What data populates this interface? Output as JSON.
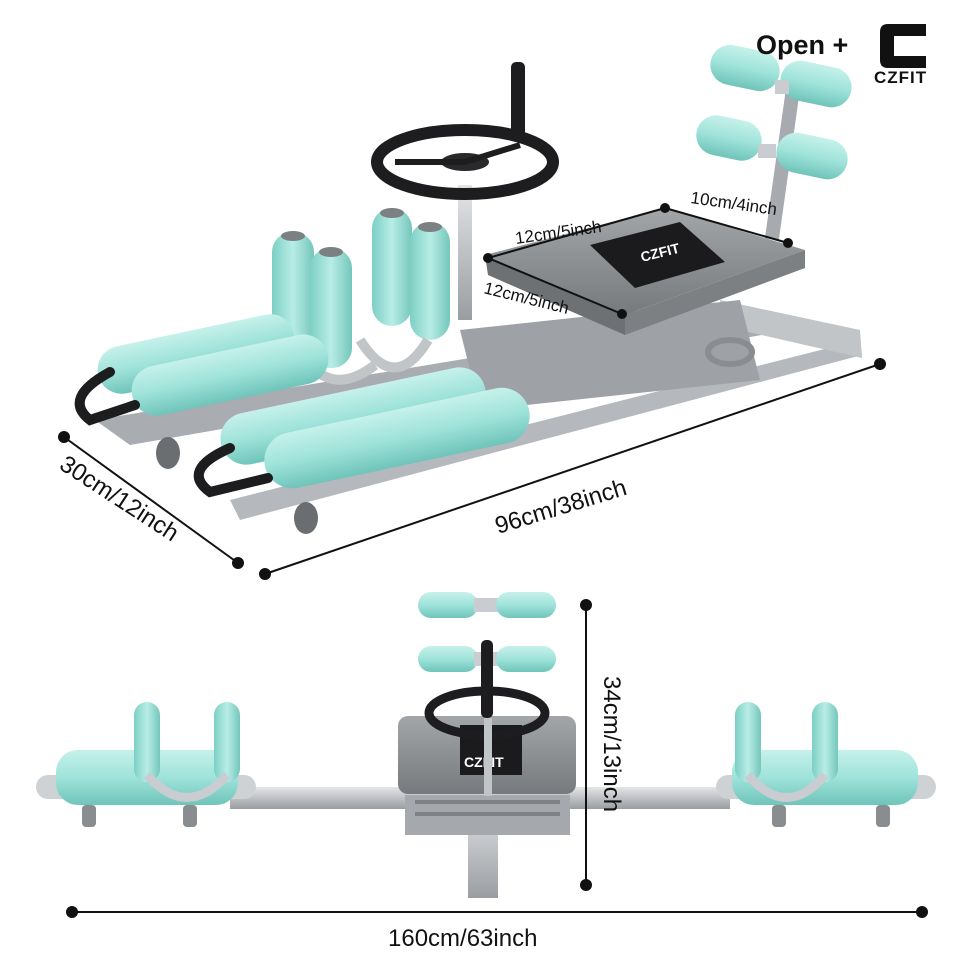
{
  "brand": {
    "open_label": "Open +",
    "name": "CZFIT"
  },
  "seat_logo": "CZFIT",
  "dimensions": {
    "seat_width": "12cm/5inch",
    "seat_depth": "12cm/5inch",
    "backrest": "10cm/4inch",
    "width": "30cm/12inch",
    "length": "96cm/38inch",
    "height": "34cm/13inch",
    "open_span": "160cm/63inch"
  },
  "colors": {
    "pad": "#9fe3da",
    "metal": "#b9bcc0",
    "seat": "#8a8d90",
    "black": "#1d1d1f"
  }
}
